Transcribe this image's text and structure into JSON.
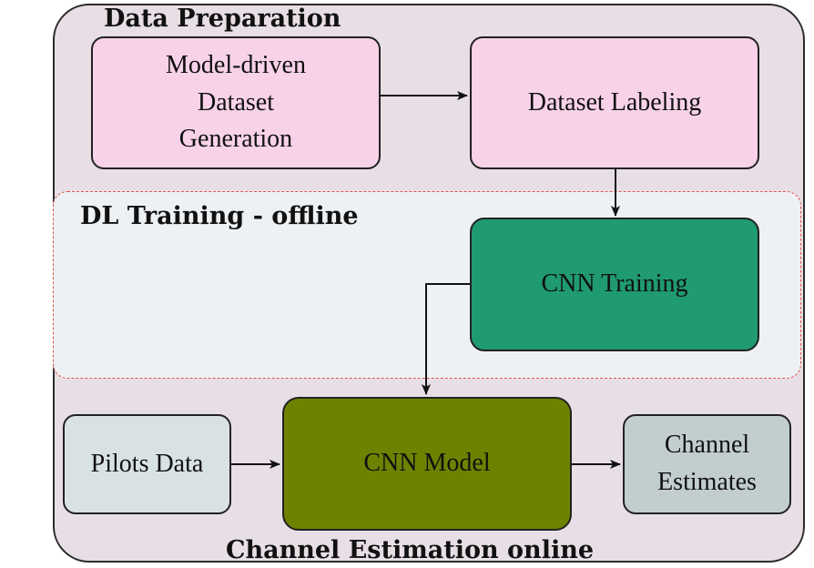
{
  "sections": {
    "data_preparation": "Data Preparation",
    "dl_training": "DL Training - offline",
    "channel_estimation": "Channel Estimation online"
  },
  "boxes": {
    "model_driven": {
      "lines": [
        "Model-driven",
        "Dataset",
        "Generation"
      ]
    },
    "dataset_labeling": "Dataset Labeling",
    "cnn_training": "CNN Training",
    "pilots_data": "Pilots Data",
    "cnn_model": "CNN Model",
    "channel_estimates": {
      "lines": [
        "Channel",
        "Estimates"
      ]
    }
  },
  "colors": {
    "outer_background": "#e8dfe6",
    "training_band": "#eef1f4",
    "training_band_border": "#e0534a",
    "pink_box": "#f7d2e8",
    "cnn_training_box": "#1f9a72",
    "cnn_model_box": "#6e8200",
    "pilots_box": "#d9e2e3",
    "estimates_box": "#c2cdce"
  }
}
